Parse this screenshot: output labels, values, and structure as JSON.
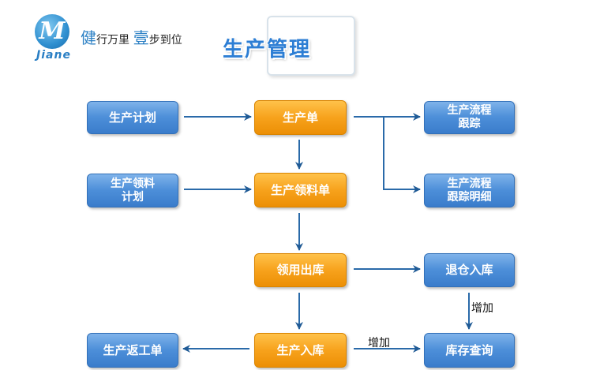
{
  "header": {
    "logo_text": "Jiane",
    "slogan_big1": "健",
    "slogan_part1": "行万里",
    "slogan_big2": "壹",
    "slogan_part2": "步到位",
    "title": "生产管理"
  },
  "nodes": {
    "production_plan": "生产计划",
    "production_order": "生产单",
    "process_tracking": "生产流程\n跟踪",
    "material_request_plan": "生产领料\n计划",
    "material_request_order": "生产领料单",
    "process_tracking_detail": "生产流程\n跟踪明细",
    "material_issue": "领用出库",
    "return_to_warehouse": "退仓入库",
    "production_return_order": "生产返工单",
    "production_receipt": "生产入库",
    "inventory_query": "库存查询"
  },
  "edge_labels": {
    "return_to_inventory": "增加",
    "receipt_to_inventory": "增加"
  },
  "colors": {
    "arrow": "#1f5a95",
    "blue_node": "#4d8fd9",
    "orange_node": "#f7a21c",
    "title": "#2d7ed4"
  }
}
